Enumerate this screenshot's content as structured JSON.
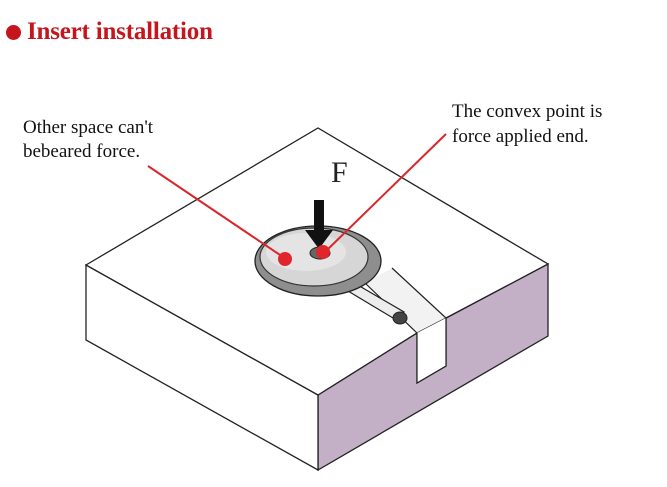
{
  "header": {
    "title": "Insert installation"
  },
  "diagram": {
    "force_label": "F",
    "left_callout": [
      "Other space can't",
      "bebeared force."
    ],
    "right_callout": [
      "The convex point is",
      "force applied end."
    ]
  },
  "colors": {
    "title": "#c4161c",
    "bullet": "#c4161c",
    "callout_line": "#d9262b",
    "marker": "#e0262b",
    "block_side_right": "#c3afc6",
    "block_side_front": "#ffffff",
    "block_top": "#ffffff"
  }
}
